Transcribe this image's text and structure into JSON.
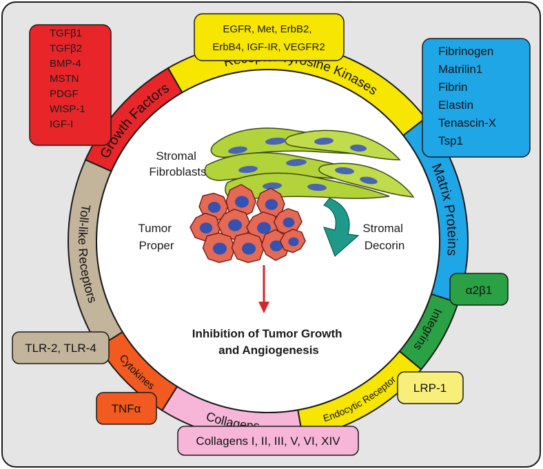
{
  "ring_segments": [
    {
      "id": "growth",
      "label": "Growth Factors",
      "color": "#e8262a",
      "text_color": "#111111"
    },
    {
      "id": "rtk",
      "label": "Receptor Tyrosine Kinases",
      "color": "#f6e600",
      "text_color": "#111111"
    },
    {
      "id": "matrix",
      "label": "Matrix Proteins",
      "color": "#1fa6e6",
      "text_color": "#111111"
    },
    {
      "id": "integrins",
      "label": "Integrins",
      "color": "#2aa145",
      "text_color": "#111111"
    },
    {
      "id": "endocytic",
      "label": "Endocytic Receptor",
      "color": "#f6e600",
      "text_color": "#111111"
    },
    {
      "id": "collagens",
      "label": "Collagens",
      "color": "#f7b6d8",
      "text_color": "#111111"
    },
    {
      "id": "cytokines",
      "label": "Cytokines",
      "color": "#f25a1f",
      "text_color": "#111111"
    },
    {
      "id": "tlr",
      "label": "Toll-like Receptors",
      "color": "#c3b49c",
      "text_color": "#111111"
    }
  ],
  "boxes": {
    "growth": {
      "lines": [
        "TGFβ1",
        "TGFβ2",
        "BMP-4",
        "MSTN",
        "PDGF",
        "WISP-1",
        "IGF-I"
      ],
      "color": "#e8262a"
    },
    "rtk": {
      "lines": [
        "EGFR, Met, ErbB2,",
        "ErbB4, IGF-IR, VEGFR2"
      ],
      "color": "#f6e600"
    },
    "matrix": {
      "lines": [
        "Fibrinogen",
        "Matrilin1",
        "Fibrin",
        "Elastin",
        "Tenascin-X",
        "Tsp1"
      ],
      "color": "#1fa6e6"
    },
    "integrins": {
      "lines": [
        "α2β1"
      ],
      "color": "#2aa145"
    },
    "endocytic": {
      "lines": [
        "LRP-1"
      ],
      "color": "#f8ef7a"
    },
    "collagens": {
      "lines": [
        "Collagens I, II, III, V, VI, XIV"
      ],
      "color": "#f7b6d8"
    },
    "cytokines": {
      "lines": [
        "TNFα"
      ],
      "color": "#f25a1f"
    },
    "tlr": {
      "lines": [
        "TLR-2, TLR-4"
      ],
      "color": "#c3b49c"
    }
  },
  "center": {
    "stromal_fibroblasts": [
      "Stromal",
      "Fibroblasts"
    ],
    "tumor_proper": [
      "Tumor",
      "Proper"
    ],
    "stromal_decorin": [
      "Stromal",
      "Decorin"
    ],
    "outcome": [
      "Inhibition of Tumor Growth",
      "and Angiogenesis"
    ]
  },
  "colors": {
    "panel_bg": "#e5e5e5",
    "panel_border": "#1a1a1a",
    "fibroblast_fill": "#b3d33a",
    "fibroblast_nucleus": "#4a64b4",
    "tumor_fill": "#e56a55",
    "tumor_nucleus": "#3652b0",
    "decorin_arrow": "#1f9a8a",
    "outcome_arrow": "#d5262a"
  }
}
